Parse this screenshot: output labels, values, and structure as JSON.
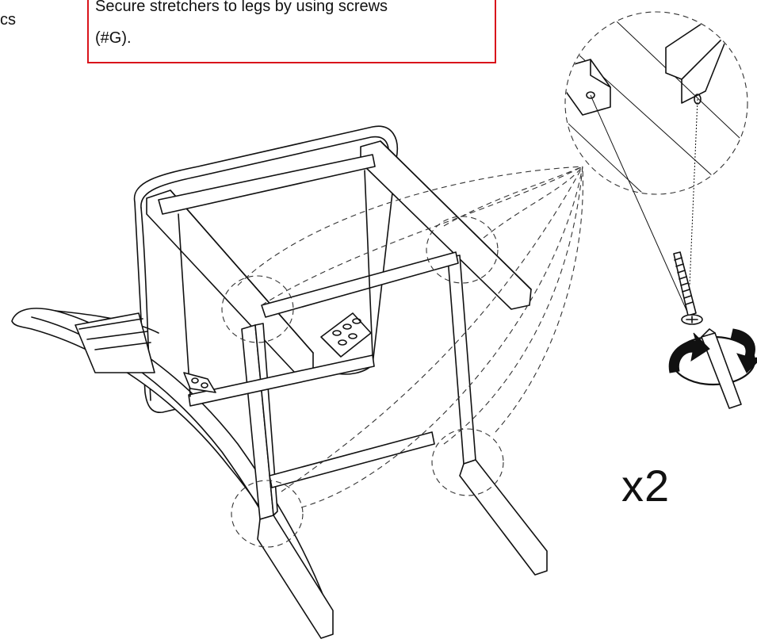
{
  "page": {
    "cut_text_left": "cs",
    "instruction": "Secure stretchers to legs by using screws\n(#G).",
    "quantity": "x2"
  },
  "colors": {
    "note_border": "#d9141b",
    "ink": "#111111"
  },
  "icons": {
    "screw": "screw-icon",
    "screwdriver": "screwdriver-icon",
    "rotation": "rotate-clockwise-icon"
  }
}
